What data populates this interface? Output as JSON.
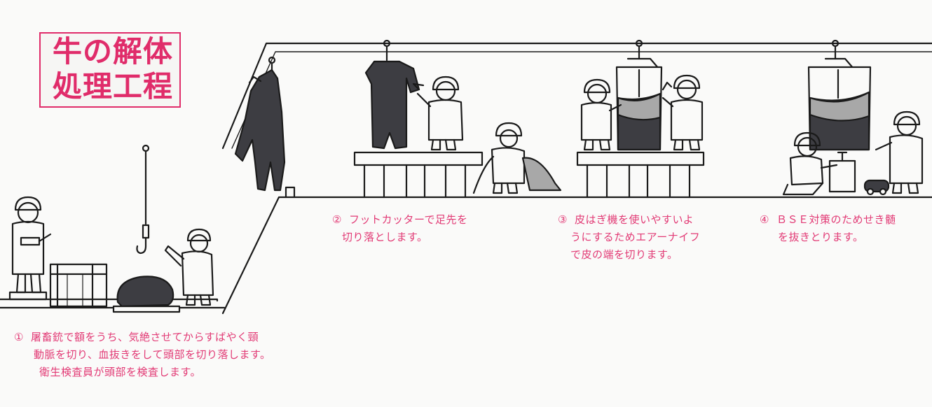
{
  "title": {
    "line1": "牛の解体",
    "line2": "処理工程"
  },
  "steps": [
    {
      "num": "①",
      "lines": [
        "屠畜銃で額をうち、気絶させてからすばやく頸",
        "動脈を切り、血抜きをして頭部を切り落します。",
        "衛生検査員が頭部を検査します。"
      ]
    },
    {
      "num": "②",
      "lines": [
        "フットカッターで足先を",
        "切り落とします。"
      ]
    },
    {
      "num": "③",
      "lines": [
        "皮はぎ機を使いやすいよ",
        "うにするためエアーナイフ",
        "で皮の端を切ります。"
      ]
    },
    {
      "num": "④",
      "lines": [
        "ＢＳＥ対策のためせき髄",
        "を抜きとります。"
      ]
    }
  ],
  "colors": {
    "accent": "#e02c6a",
    "ink": "#1a1a1a",
    "carcass": "#3d3d42",
    "gray": "#a8a8a8"
  }
}
